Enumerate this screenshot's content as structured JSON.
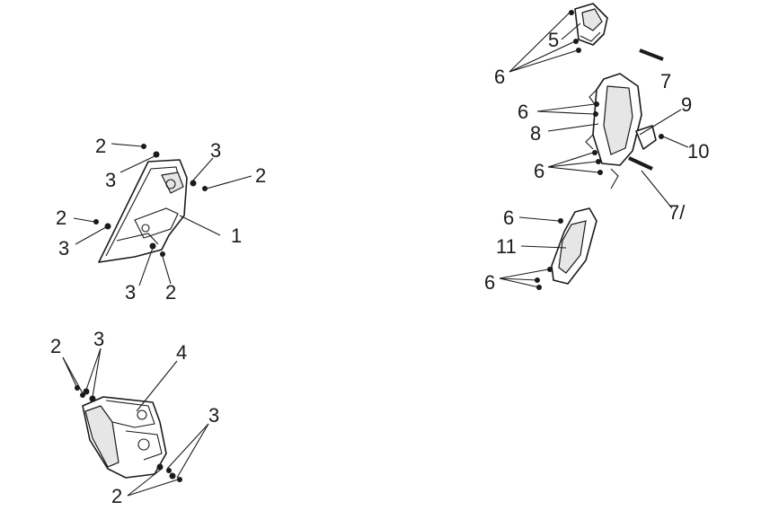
{
  "diagram": {
    "callouts": [
      "1",
      "2",
      "3",
      "4",
      "5",
      "6",
      "7",
      "8",
      "9",
      "10",
      "11",
      "7/"
    ]
  }
}
